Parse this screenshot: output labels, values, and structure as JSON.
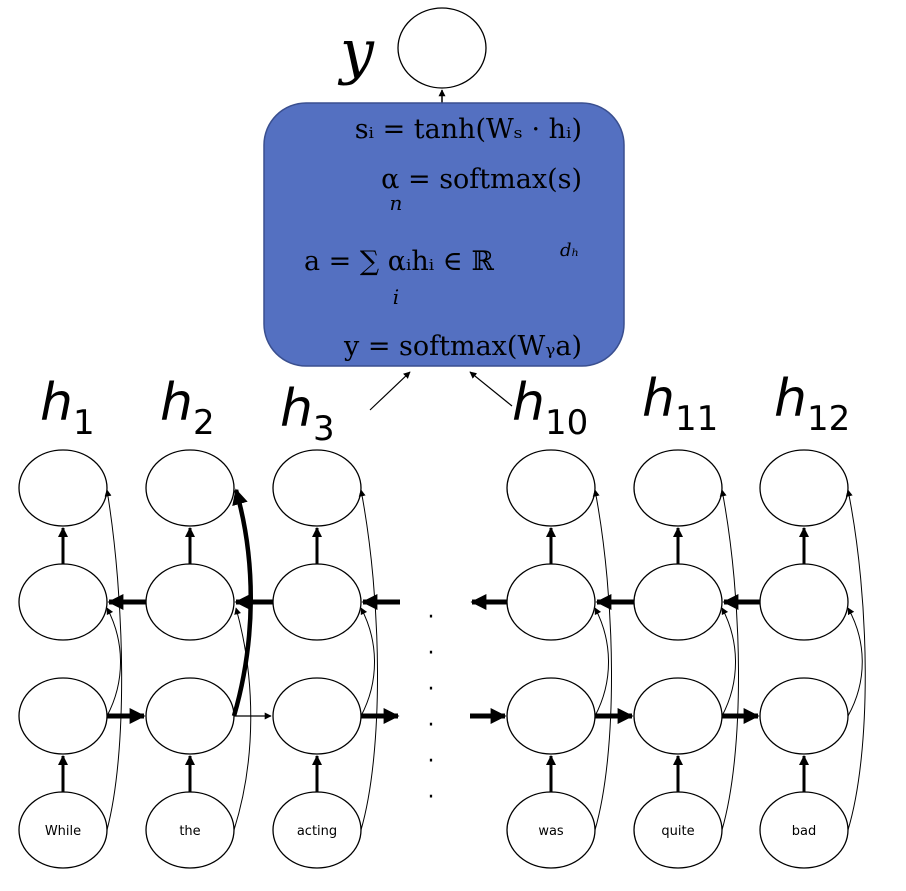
{
  "colors": {
    "attention_box": "#5470c1",
    "attention_border": "#3a4f8f"
  },
  "output": {
    "label": "y"
  },
  "attention": {
    "eq1": "sᵢ = tanh(Wₛ · hᵢ)",
    "eq2": "α = softmax(s)",
    "eq3": "a = ∑ αᵢhᵢ ∈ ℝ",
    "eq3_upper": "n",
    "eq3_lower": "i",
    "eq3_sup": "dₕ",
    "eq4": "y = softmax(Wᵧa)"
  },
  "hidden_labels": [
    {
      "base": "h",
      "sub": "1"
    },
    {
      "base": "h",
      "sub": "2"
    },
    {
      "base": "h",
      "sub": "3"
    },
    {
      "base": "h",
      "sub": "10"
    },
    {
      "base": "h",
      "sub": "11"
    },
    {
      "base": "h",
      "sub": "12"
    }
  ],
  "words": [
    "While",
    "the",
    "acting",
    "was",
    "quite",
    "bad"
  ],
  "ellipsis": "·"
}
